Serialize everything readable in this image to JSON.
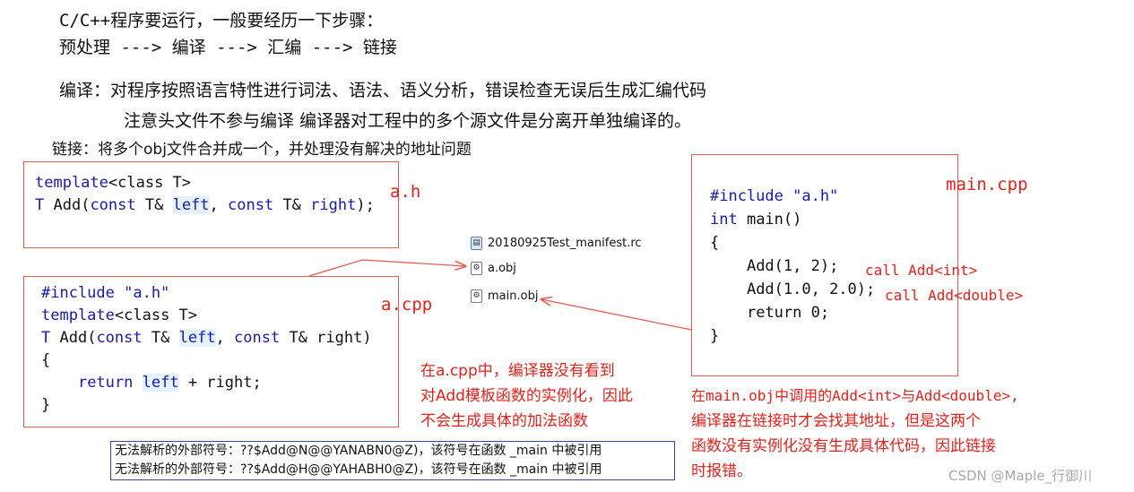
{
  "header": {
    "line1": "C/C++程序要运行，一般要经历一下步骤：",
    "line2": "预处理 ---> 编译 ---> 汇编 ---> 链接",
    "compile_note": "编译：对程序按照语言特性进行词法、语法、语义分析，错误检查无误后生成汇编代码",
    "compile_note2": "注意头文件不参与编译  编译器对工程中的多个源文件是分离开单独编译的。",
    "link_note": "链接：将多个obj文件合并成一个，并处理没有解决的地址问题"
  },
  "ah": {
    "label": "a.h",
    "line1_kw": "template",
    "line1_rest": "<class T>",
    "line2_t": "T",
    "line2_add": " Add(",
    "line2_const1": "const",
    "line2_mid1": " T& ",
    "line2_left": "left",
    "line2_comma": ", ",
    "line2_const2": "const",
    "line2_mid2": " T& ",
    "line2_right": "right",
    "line2_end": ");"
  },
  "acpp": {
    "label": "a.cpp",
    "line1": "#include \"a.h\"",
    "line2_kw": "template",
    "line2_rest": "<class T>",
    "line3_t": "T",
    "line3_add": " Add(",
    "line3_const1": "const",
    "line3_mid1": " T& ",
    "line3_left": "left",
    "line3_comma": ", ",
    "line3_const2": "const",
    "line3_mid2": " T& ",
    "line3_right": "right)",
    "brace_open": "{",
    "line_return_kw": "return",
    "line_return_left": "left",
    "line_return_rest": " + right;",
    "brace_close": "}"
  },
  "maincpp": {
    "label": "main.cpp",
    "line1": "#include \"a.h\"",
    "line2_kw": "int",
    "line2_rest": " main()",
    "brace_open": "{",
    "call1": "Add(1, 2);",
    "call1_note": "call Add<int>",
    "call2": "Add(1.0, 2.0);",
    "call2_note": "call Add<double>",
    "ret": "return 0;",
    "brace_close": "}"
  },
  "files": [
    {
      "name": "20180925Test_manifest.rc",
      "icon": "rc-file-icon"
    },
    {
      "name": "a.obj",
      "icon": "obj-file-icon"
    },
    {
      "name": "main.obj",
      "icon": "obj-file-icon"
    }
  ],
  "notes": {
    "acpp_note_1": "在a.cpp中，编译器没有看到",
    "acpp_note_2": "对Add模板函数的实例化，因此",
    "acpp_note_3": "不会生成具体的加法函数",
    "main_note_1": "在main.obj中调用的Add<int>与Add<double>,",
    "main_note_2": "编译器在链接时才会找其地址，但是这两个",
    "main_note_3": "函数没有实例化没有生成具体代码，因此链接",
    "main_note_4": "时报错。"
  },
  "errors": [
    "无法解析的外部符号：??$Add@N@@YANABN0@Z)，该符号在函数 _main 中被引用",
    "无法解析的外部符号：??$Add@H@@YAHABH0@Z)，该符号在函数 _main 中被引用"
  ],
  "watermark": "CSDN @Maple_行御川",
  "colors": {
    "red": "#e3211c",
    "keyword": "#1a1aa6",
    "box_border": "#e55a55",
    "error_border": "#3b3fa8"
  }
}
